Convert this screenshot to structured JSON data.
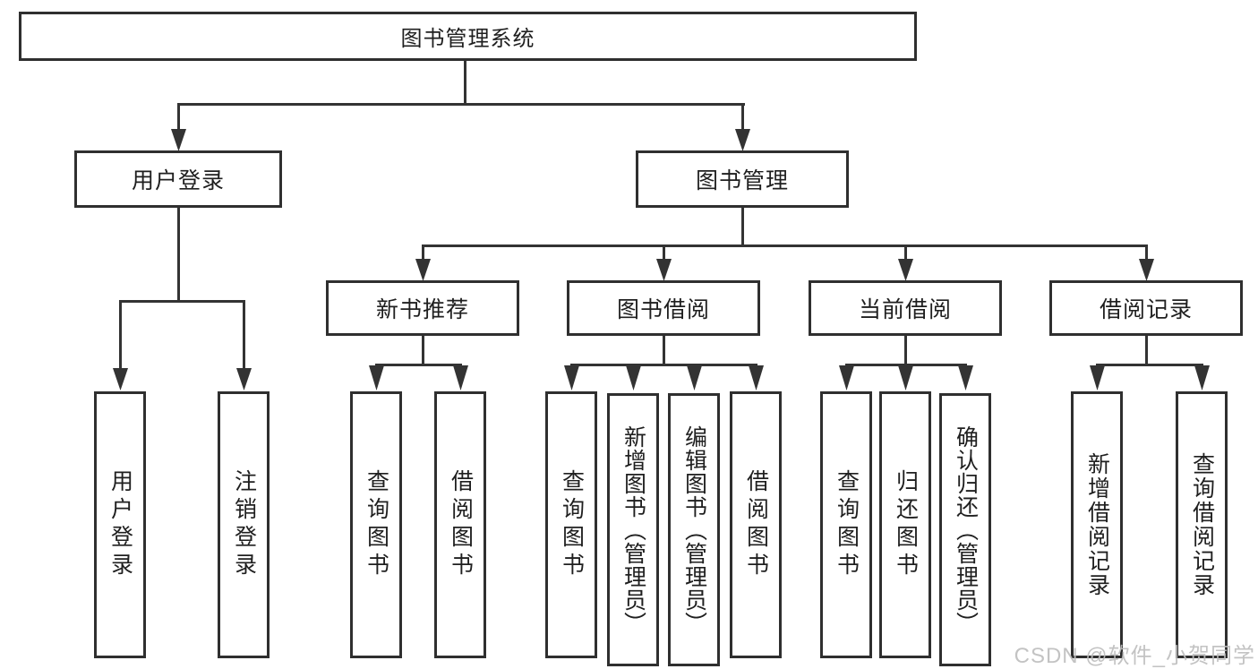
{
  "diagram": {
    "type": "hierarchy",
    "colors": {
      "line": "#333333",
      "box_border": "#2f2f2f",
      "box_bg": "#ffffff",
      "text": "#1f1f1f",
      "watermark": "#bdbdbd"
    },
    "tree": {
      "label": "图书管理系统",
      "children": [
        {
          "label": "用户登录",
          "children": [
            {
              "label": "用户登录"
            },
            {
              "label": "注销登录"
            }
          ]
        },
        {
          "label": "图书管理",
          "children": [
            {
              "label": "新书推荐",
              "children": [
                {
                  "label": "查询图书"
                },
                {
                  "label": "借阅图书"
                }
              ]
            },
            {
              "label": "图书借阅",
              "children": [
                {
                  "label": "查询图书"
                },
                {
                  "label": "新增图书（管理员）"
                },
                {
                  "label": "编辑图书（管理员）"
                },
                {
                  "label": "借阅图书"
                }
              ]
            },
            {
              "label": "当前借阅",
              "children": [
                {
                  "label": "查询图书"
                },
                {
                  "label": "归还图书"
                },
                {
                  "label": "确认归还（管理员）"
                }
              ]
            },
            {
              "label": "借阅记录",
              "children": [
                {
                  "label": "新增借阅记录"
                },
                {
                  "label": "查询借阅记录"
                }
              ]
            }
          ]
        }
      ]
    }
  },
  "watermark": {
    "text": "CSDN @软件_小贺同学"
  }
}
